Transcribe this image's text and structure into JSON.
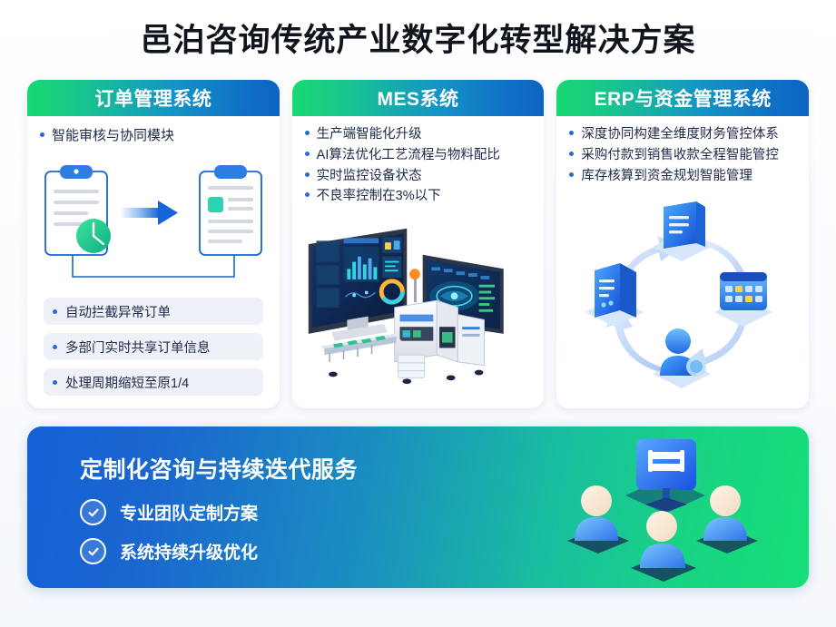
{
  "page": {
    "title": "邑泊咨询传统产业数字化转型解决方案",
    "background_color": "#fbfcfe"
  },
  "colors": {
    "header_gradient_start": "#17d970",
    "header_gradient_end": "#0d64c4",
    "banner_gradient_start": "#1560d6",
    "banner_gradient_end": "#17de78",
    "bullet_dot": "#2a6ad6",
    "body_text": "#1e2a4a",
    "pill_background": "#eef1f7",
    "card_background": "#ffffff"
  },
  "cards": [
    {
      "header": "订单管理系统",
      "bullets": [
        "智能审核与协同模块"
      ],
      "illustration": "order-flow-clipboards-illustration",
      "pills": [
        "自动拦截异常订单",
        "多部门实时共享订单信息",
        "处理周期缩短至原1/4"
      ]
    },
    {
      "header": "MES系统",
      "bullets": [
        "生产端智能化升级",
        "AI算法优化工艺流程与物料配比",
        "实时监控设备状态",
        "不良率控制在3%以下"
      ],
      "illustration": "mes-monitors-production-line-illustration",
      "pills": []
    },
    {
      "header": "ERP与资金管理系统",
      "bullets": [
        "深度协同构建全维度财务管控体系",
        "采购付款到销售收款全程智能管控",
        "库存核算到资金规划智能管理"
      ],
      "illustration": "erp-cycle-icons-illustration",
      "pills": []
    }
  ],
  "banner": {
    "title": "定制化咨询与持续迭代服务",
    "checks": [
      "专业团队定制方案",
      "系统持续升级优化"
    ],
    "illustration": "team-collaboration-monitor-illustration"
  }
}
